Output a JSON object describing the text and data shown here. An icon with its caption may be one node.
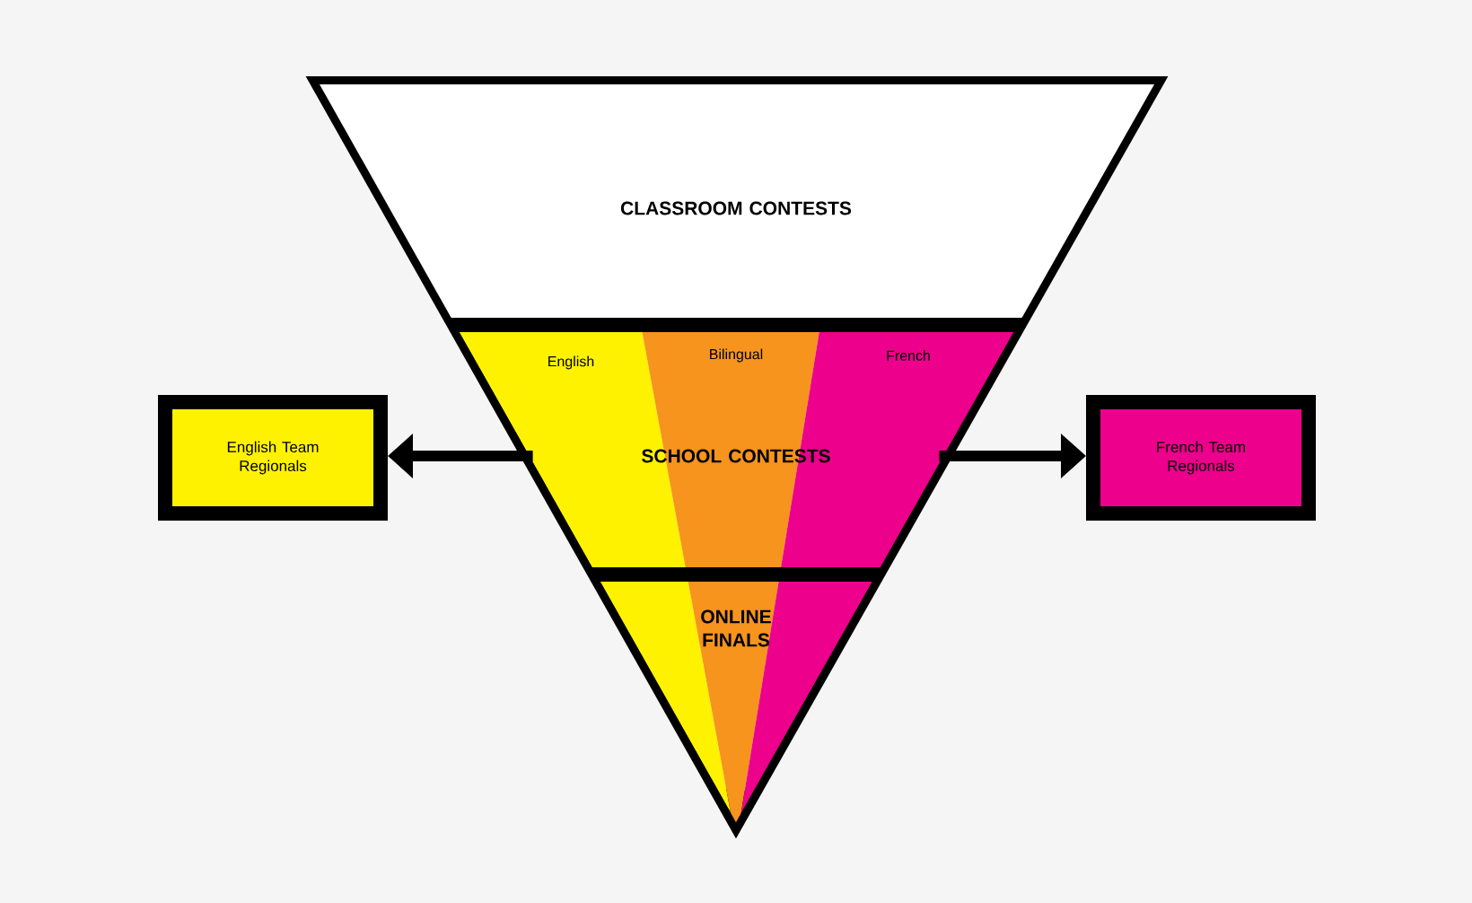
{
  "diagram": {
    "nodes": [
      {
        "text": [
          "CLASSROOM CONTESTS"
        ]
      },
      {
        "text": [
          "SCHOOL CONTESTS"
        ]
      },
      {
        "text": [
          "ONLINE FINALS"
        ]
      },
      {
        "text": [
          "English Team Regionals"
        ]
      },
      {
        "text": [
          "French Team Regionals"
        ]
      }
    ],
    "edges": [
      {
        "from": 1,
        "to": 3,
        "arrow": "to"
      },
      {
        "from": 1,
        "to": 4,
        "arrow": "to"
      }
    ],
    "labels": [
      "English",
      "Bilingual",
      "French"
    ]
  }
}
